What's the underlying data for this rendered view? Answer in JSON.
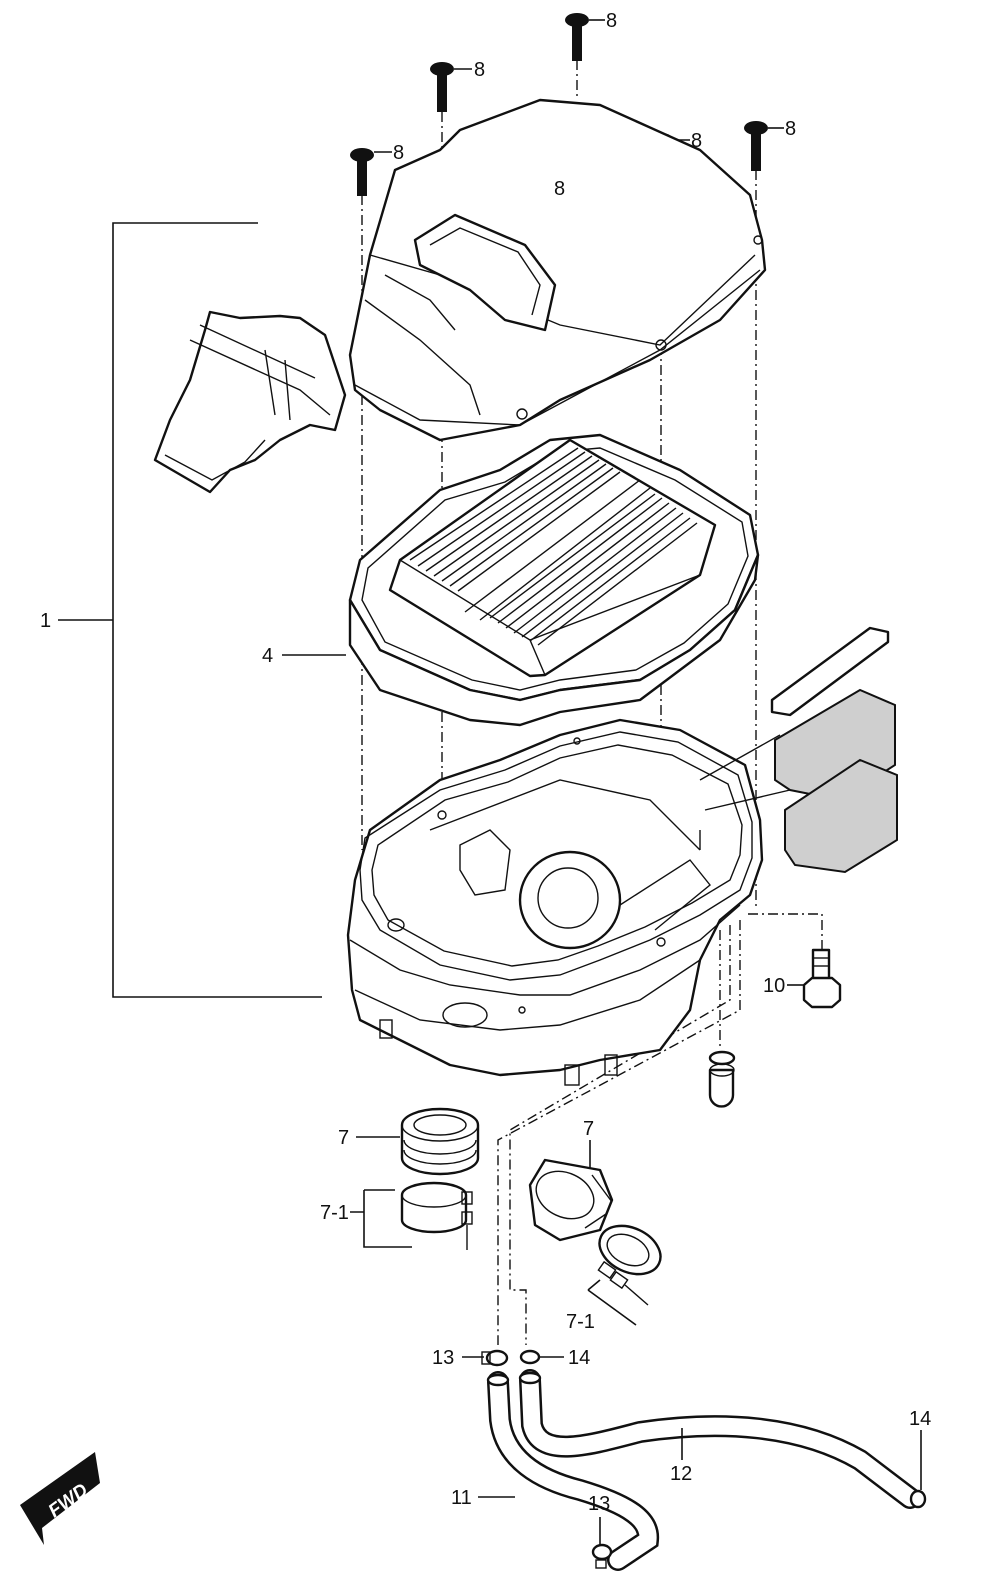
{
  "labels": {
    "assembly": "1",
    "element": "4",
    "joint_left": "7",
    "band_left": "7-1",
    "joint_right": "7",
    "band_right": "7-1",
    "screw_1": "8",
    "screw_2": "8",
    "screw_3": "8",
    "screw_4": "8",
    "screw_5": "8",
    "screw_6": "8",
    "drain_plug": "10",
    "tube_11": "11",
    "tube_12": "12",
    "clip_13_top": "13",
    "clip_13_bottom": "13",
    "clip_14_top": "14",
    "clip_14_right": "14"
  },
  "direction_badge": "FWD"
}
